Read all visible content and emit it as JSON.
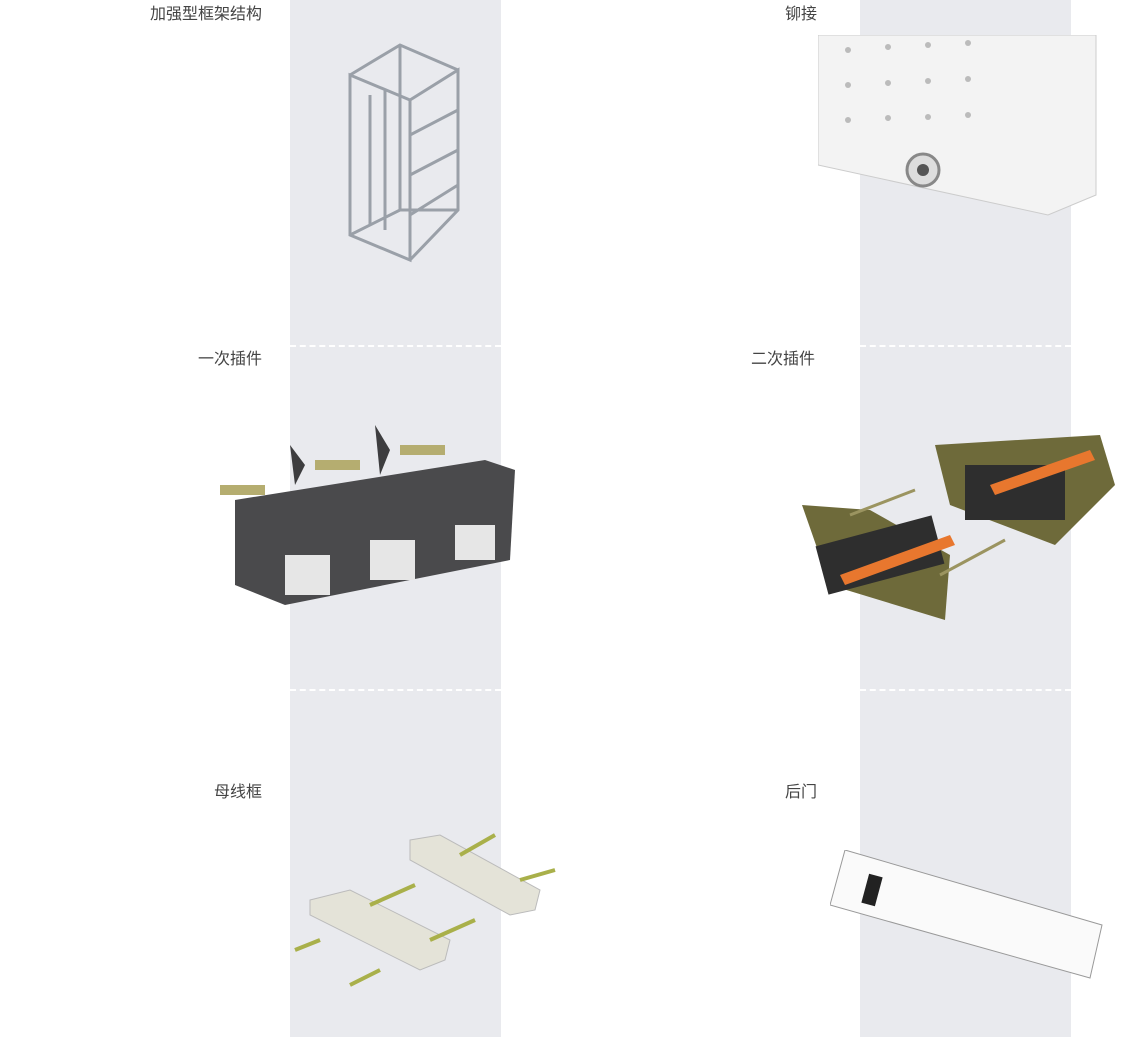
{
  "items": [
    {
      "label": "加强型框架结构",
      "icon": "frame-structure"
    },
    {
      "label": "铆接",
      "icon": "riveted-panel"
    },
    {
      "label": "一次插件",
      "icon": "primary-plug"
    },
    {
      "label": "二次插件",
      "icon": "secondary-plug"
    },
    {
      "label": "母线框",
      "icon": "busbar-frame"
    },
    {
      "label": "后门",
      "icon": "rear-door"
    }
  ],
  "colors": {
    "band": "#e9eaee",
    "text": "#444444",
    "accent_orange": "#e8772e",
    "plug_dark": "#4a4a4c"
  }
}
